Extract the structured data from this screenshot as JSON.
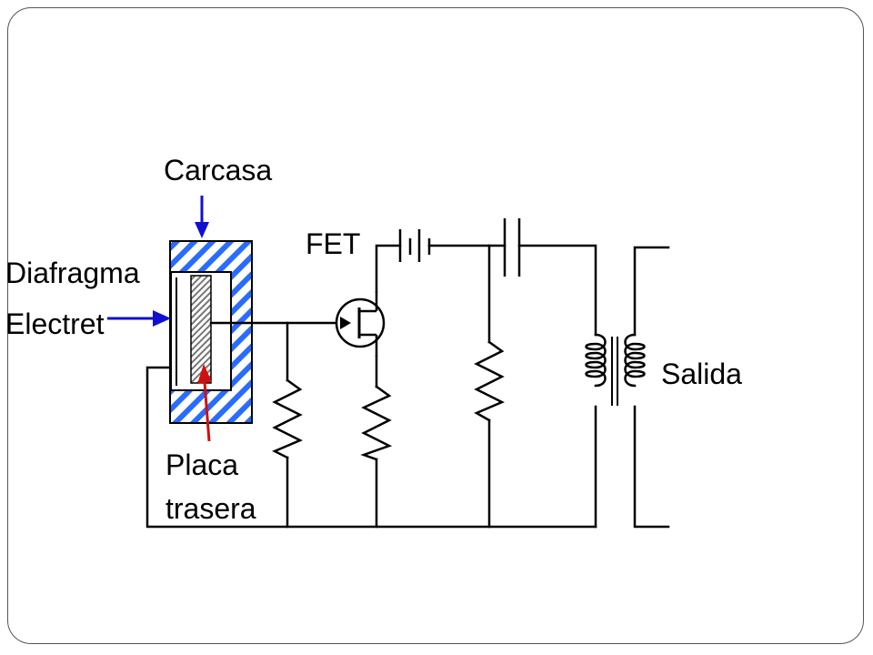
{
  "labels": {
    "carcasa": "Carcasa",
    "diafragma": "Diafragma",
    "electret": "Electret",
    "fet": "FET",
    "placa": "Placa",
    "trasera": "trasera",
    "salida": "Salida"
  },
  "colors": {
    "housing_hatch": "#2a6cff",
    "pointer_blue": "#1010d0",
    "pointer_red": "#d01010",
    "wire": "#000000",
    "frame": "#555555"
  }
}
